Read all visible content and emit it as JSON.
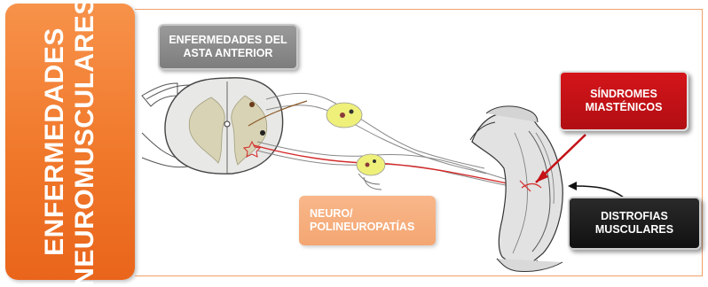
{
  "side_title": {
    "line1": "ENFERMEDADES",
    "line2": "NEUROMUSCULARES"
  },
  "labels": {
    "asta": {
      "line1": "ENFERMEDADES DEL",
      "line2": "ASTA ANTERIOR"
    },
    "neuro": {
      "line1": "NEURO/",
      "line2": "POLINEUROPATÍAS"
    },
    "sindromes": {
      "line1": "SÍNDROMES",
      "line2": "MIASTÉNICOS"
    },
    "distrofias": {
      "line1": "DISTROFIAS",
      "line2": "MUSCULARES"
    }
  },
  "colors": {
    "side_panel": "#f0782b",
    "asta_box": "#8a8a8a",
    "neuro_box": "#f5ad7c",
    "sindromes_box": "#c41217",
    "distrofias_box": "#1a1a1a",
    "ganglion": "#eef07a",
    "nerve_red": "#d42a2a"
  },
  "icons": {
    "spinal_cord": "spinal-cord-cross-section",
    "ganglia": "dorsal-root-ganglion",
    "leg": "leg-muscle-illustration"
  }
}
